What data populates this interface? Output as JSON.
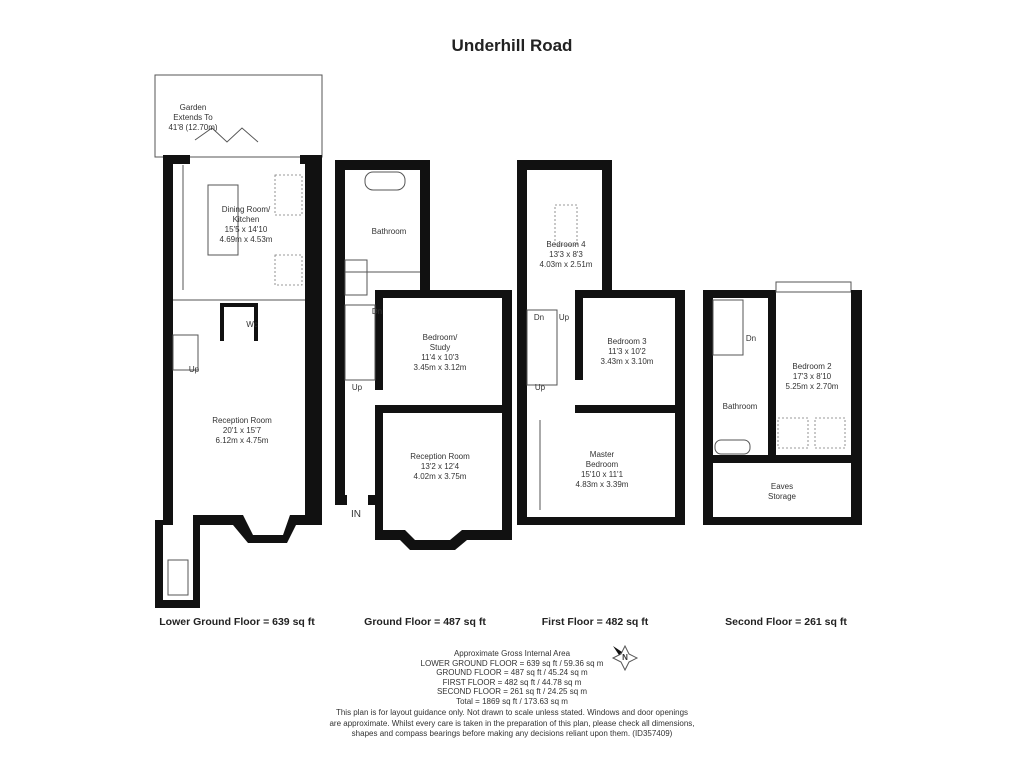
{
  "title": "Underhill Road",
  "garden": {
    "name": "Garden",
    "line2": "Extends To",
    "dims": "41'8 (12.70m)"
  },
  "rooms": {
    "dining": {
      "name": "Dining Room/",
      "line2": "Kitchen",
      "imp": "15'5 x 14'10",
      "met": "4.69m x 4.53m"
    },
    "wc": {
      "name": "Wc"
    },
    "lg_reception": {
      "name": "Reception Room",
      "imp": "20'1 x 15'7",
      "met": "6.12m x 4.75m"
    },
    "lg_up": "Up",
    "bathroom_g": {
      "name": "Bathroom"
    },
    "study": {
      "name": "Bedroom/",
      "line2": "Study",
      "imp": "11'4 x 10'3",
      "met": "3.45m x 3.12m"
    },
    "g_reception": {
      "name": "Reception Room",
      "imp": "13'2 x 12'4",
      "met": "4.02m x 3.75m"
    },
    "g_dn": "Dn",
    "g_up": "Up",
    "g_in": "IN",
    "bedroom4": {
      "name": "Bedroom 4",
      "imp": "13'3 x 8'3",
      "met": "4.03m x 2.51m"
    },
    "bedroom3": {
      "name": "Bedroom 3",
      "imp": "11'3  x 10'2",
      "met": "3.43m x 3.10m"
    },
    "master": {
      "name": "Master",
      "line2": "Bedroom",
      "imp": "15'10 x 11'1",
      "met": "4.83m x 3.39m"
    },
    "f_dn": "Dn",
    "f_up1": "Up",
    "f_up2": "Up",
    "bedroom2": {
      "name": "Bedroom 2",
      "imp": "17'3 x 8'10",
      "met": "5.25m x 2.70m"
    },
    "bathroom_s": {
      "name": "Bathroom"
    },
    "eaves": {
      "name": "Eaves",
      "line2": "Storage"
    },
    "s_dn": "Dn"
  },
  "floors": {
    "lower": "Lower Ground Floor = 639 sq ft",
    "ground": "Ground Floor = 487 sq ft",
    "first": "First Floor = 482 sq ft",
    "second": "Second Floor = 261 sq ft"
  },
  "area": {
    "heading": "Approximate Gross Internal Area",
    "lines": [
      "LOWER GROUND FLOOR = 639 sq ft / 59.36 sq m",
      "GROUND FLOOR = 487 sq ft / 45.24 sq m",
      "FIRST FLOOR = 482 sq ft / 44.78 sq m",
      "SECOND FLOOR = 261 sq ft / 24.25 sq m",
      "Total = 1869 sq ft / 173.63 sq m"
    ]
  },
  "compass": {
    "label": "N",
    "icon": "compass-icon"
  },
  "disclaimer": [
    "This plan is for layout guidance only. Not drawn to scale unless stated. Windows and door openings",
    "are approximate. Whilst every care is taken in the preparation of this plan, please check all dimensions,",
    "shapes and compass bearings before making any decisions reliant upon them. (ID357409)"
  ]
}
